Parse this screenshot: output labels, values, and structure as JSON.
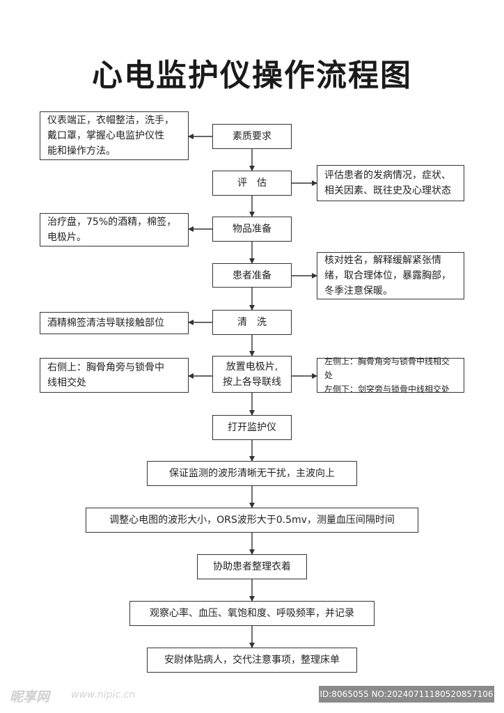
{
  "title": "心电监护仪操作流程图",
  "steps": {
    "s1": "素质要求",
    "s2": "评　估",
    "s3": "物品准备",
    "s4": "患者准备",
    "s5": "清　洗",
    "s6_l1": "放置电极片,",
    "s6_l2": "按上各导联线",
    "s7": "打开监护仪",
    "s8": "保证监测的波形清晰无干扰，主波向上",
    "s9": "调整心电图的波形大小，ORS波形大于0.5mv，测量血压间隔时间",
    "s10": "协助患者整理衣着",
    "s11": "观察心率、血压、氧饱和度、呼吸频率，并记录",
    "s12": "安尉体贴病人，交代注意事项，整理床单"
  },
  "notes": {
    "n1_l1": "仪表端正，衣帽整洁，洗手，",
    "n1_l2": "戴口罩，掌握心电监护仪性",
    "n1_l3": "能和操作方法。",
    "n2_l1": "评估患者的发病情况，症状、",
    "n2_l2": "相关因素、既往史及心理状态",
    "n3_l1": "治疗盘，75%的酒精，棉签，",
    "n3_l2": "电极片。",
    "n4_l1": "核对姓名，解释缓解紧张情",
    "n4_l2": "绪，取合理体位，暴露胸部，",
    "n4_l3": "冬季注意保暖。",
    "n5": "酒精棉签清洁导联接触部位",
    "n6_l1": "右侧上：胸骨角旁与锁骨中",
    "n6_l2": "线相交处",
    "n7_l1": "左侧上：胸骨角旁与锁骨中线相交处",
    "n7_l2": "左侧下：剑突旁与锁骨中线相交处"
  },
  "watermark": {
    "brand": "昵享网",
    "url": "www.nipic.cn",
    "id": "ID:8065055 NO:20240711180520857106"
  },
  "colors": {
    "line": "#333333",
    "text": "#222222",
    "id_bg": "#8a8a8a"
  }
}
